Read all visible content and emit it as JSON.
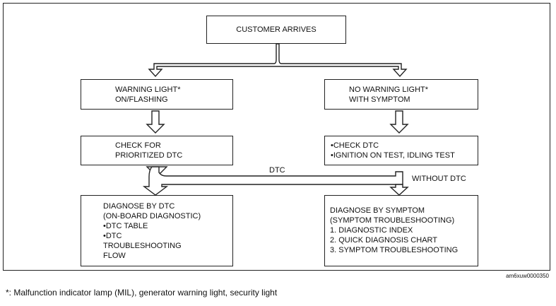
{
  "boxes": {
    "customer": [
      "CUSTOMER ARRIVES"
    ],
    "warning": [
      "WARNING LIGHT*",
      "ON/FLASHING"
    ],
    "no_warning": [
      "NO WARNING LIGHT*",
      "WITH SYMPTOM"
    ],
    "check_prioritized": [
      "CHECK FOR",
      "PRIORITIZED DTC"
    ],
    "check_dtc": [
      "•CHECK DTC",
      "•IGNITION ON TEST, IDLING TEST"
    ],
    "diagnose_dtc": [
      "DIAGNOSE BY DTC",
      "(ON-BOARD DIAGNOSTIC)",
      "•DTC TABLE",
      "•DTC",
      "TROUBLESHOOTING",
      "FLOW"
    ],
    "diagnose_symptom": [
      "DIAGNOSE BY SYMPTOM",
      "(SYMPTOM TROUBLESHOOTING)",
      "1. DIAGNOSTIC INDEX",
      "2. QUICK DIAGNOSIS CHART",
      "3. SYMPTOM TROUBLESHOOTING"
    ]
  },
  "labels": {
    "dtc": "DTC",
    "without_dtc": "WITHOUT DTC"
  },
  "figure_code": "am6xuw0000350",
  "footnote": "*: Malfunction indicator lamp (MIL), generator warning light, security light"
}
